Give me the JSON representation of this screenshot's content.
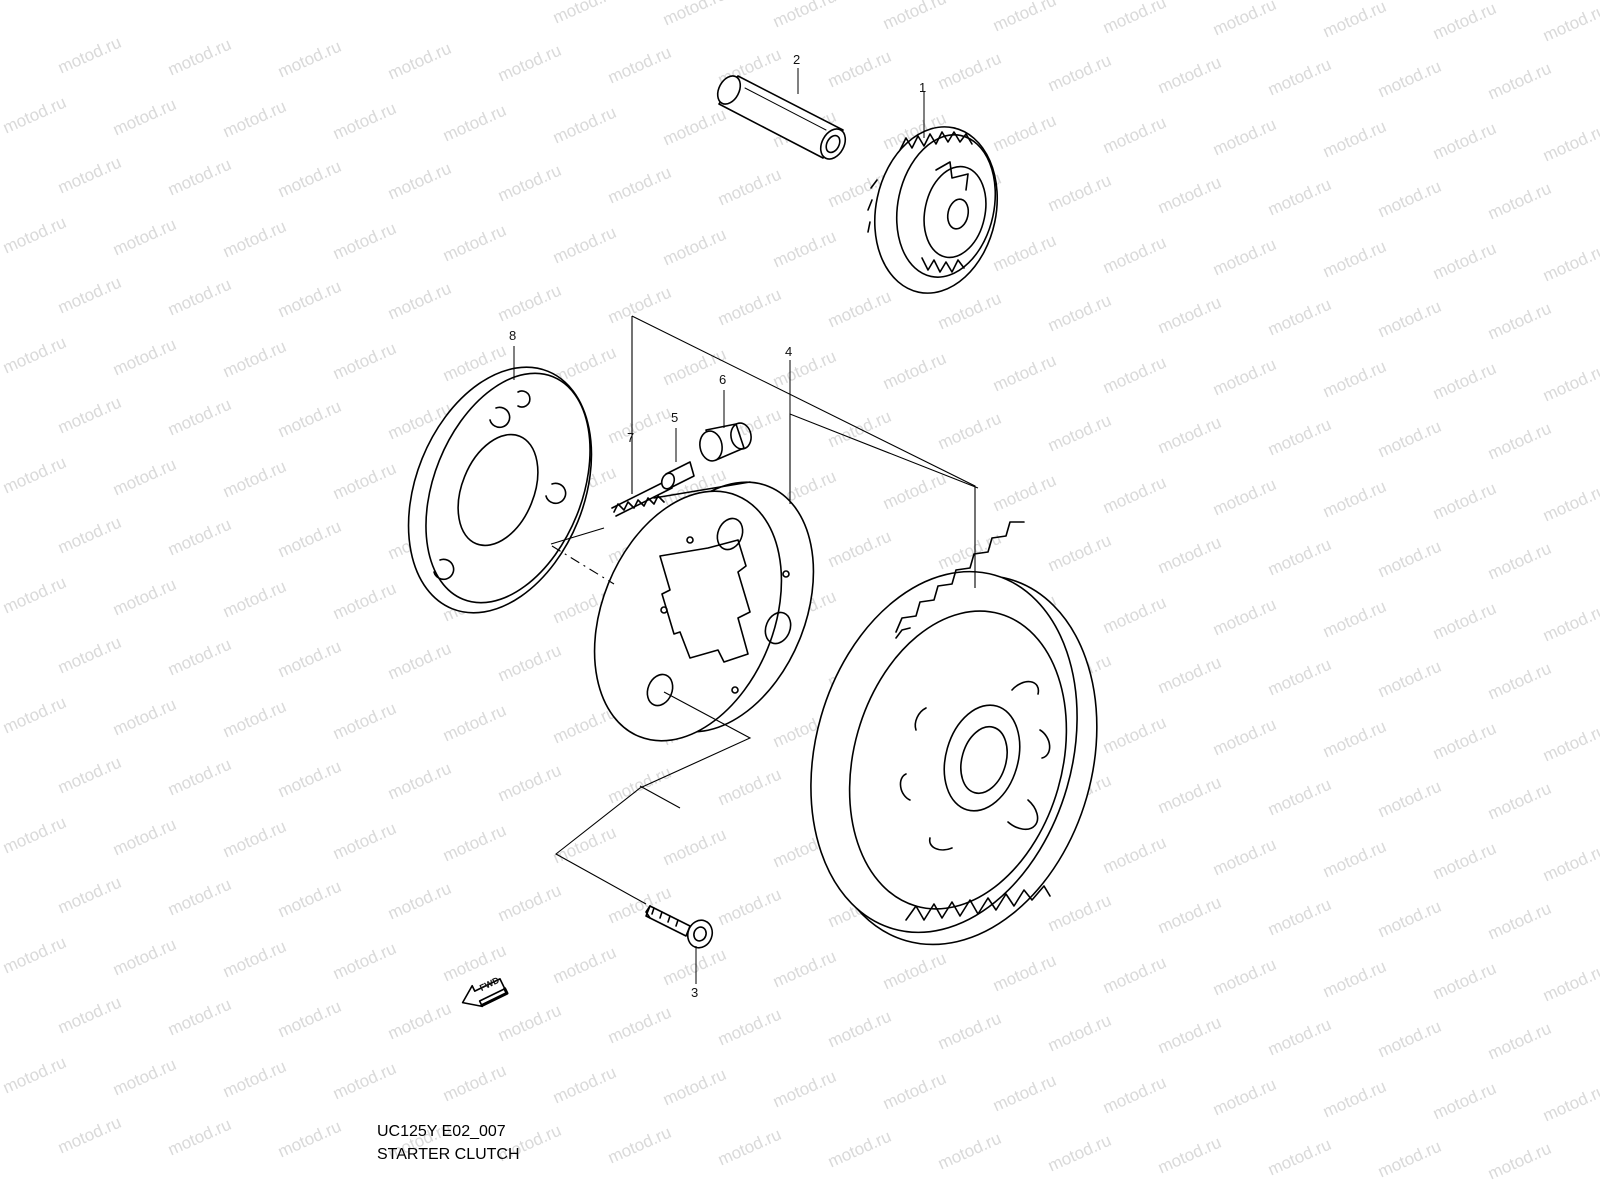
{
  "watermark": {
    "text": "motod.ru",
    "color": "#d9d9d9"
  },
  "diagram": {
    "caption_code": "UC125Y E02_007",
    "caption_title": "STARTER CLUTCH",
    "fwd_label": "FWD",
    "callouts": [
      "1",
      "2",
      "3",
      "4",
      "5",
      "6",
      "7",
      "8"
    ]
  }
}
